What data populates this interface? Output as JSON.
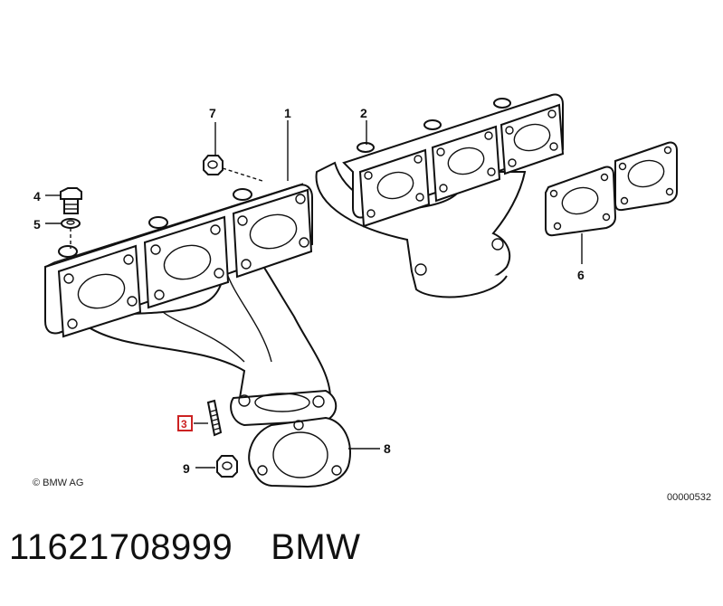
{
  "diagram": {
    "callouts": [
      "1",
      "2",
      "4",
      "5",
      "6",
      "7",
      "8",
      "9"
    ],
    "highlighted_callout": "3",
    "copyright": "© BMW AG",
    "drawing_number": "00000532"
  },
  "caption": {
    "part_number": "11621708999",
    "brand": "BMW"
  },
  "colors": {
    "line": "#111111",
    "highlight": "#cc2222"
  }
}
